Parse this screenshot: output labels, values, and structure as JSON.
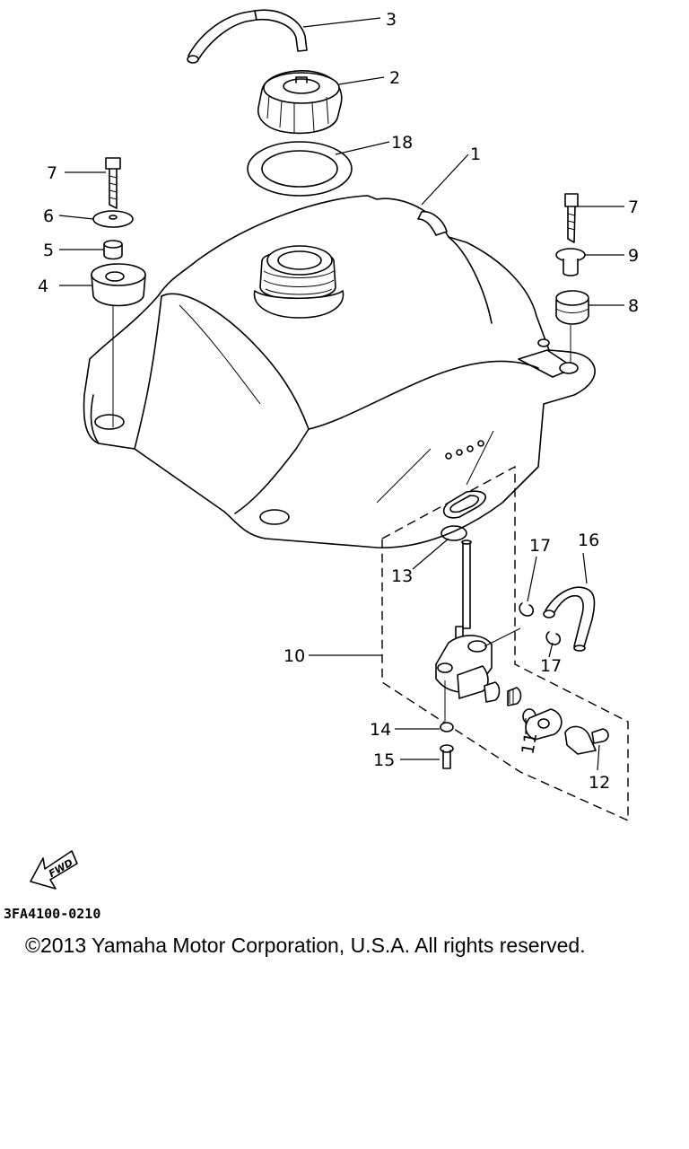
{
  "callouts": {
    "c1": "1",
    "c2": "2",
    "c3": "3",
    "c4": "4",
    "c5": "5",
    "c6": "6",
    "c7a": "7",
    "c7b": "7",
    "c8": "8",
    "c9": "9",
    "c10": "10",
    "c11": "11",
    "c12": "12",
    "c13": "13",
    "c14": "14",
    "c15": "15",
    "c16": "16",
    "c17a": "17",
    "c17b": "17",
    "c18": "18"
  },
  "fwd_label": "FWD",
  "diagram_code": "3FA4100-0210",
  "copyright": "©2013 Yamaha Motor Corporation, U.S.A. All rights reserved."
}
